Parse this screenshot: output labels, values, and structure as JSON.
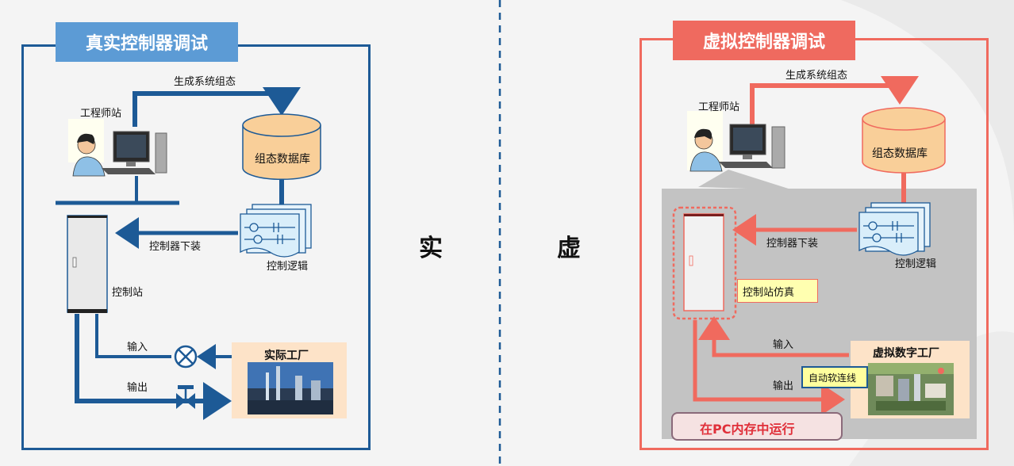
{
  "center": {
    "real": "实",
    "virtual": "虚"
  },
  "real": {
    "title": "真实控制器调试",
    "engineer_station": "工程师站",
    "generate_config": "生成系统组态",
    "config_db": "组态数据库",
    "controller_download": "控制器下装",
    "control_logic": "控制逻辑",
    "control_station": "控制站",
    "input": "输入",
    "output": "输出",
    "real_plant": "实际工厂"
  },
  "virtual": {
    "title": "虚拟控制器调试",
    "engineer_station": "工程师站",
    "generate_config": "生成系统组态",
    "config_db": "组态数据库",
    "controller_download": "控制器下装",
    "control_logic": "控制逻辑",
    "station_sim": "控制站仿真",
    "input": "输入",
    "output": "输出",
    "auto_soft_link": "自动软连线",
    "virtual_plant": "虚拟数字工厂",
    "run_in_memory": "在PC内存中运行"
  },
  "colors": {
    "blue": "#1d5a96",
    "blue_title": "#5c9bd5",
    "red": "#f06a5e",
    "red_title": "#ef6a5f",
    "db_fill": "#f9cf99",
    "plant_fill": "#fde3c8"
  }
}
